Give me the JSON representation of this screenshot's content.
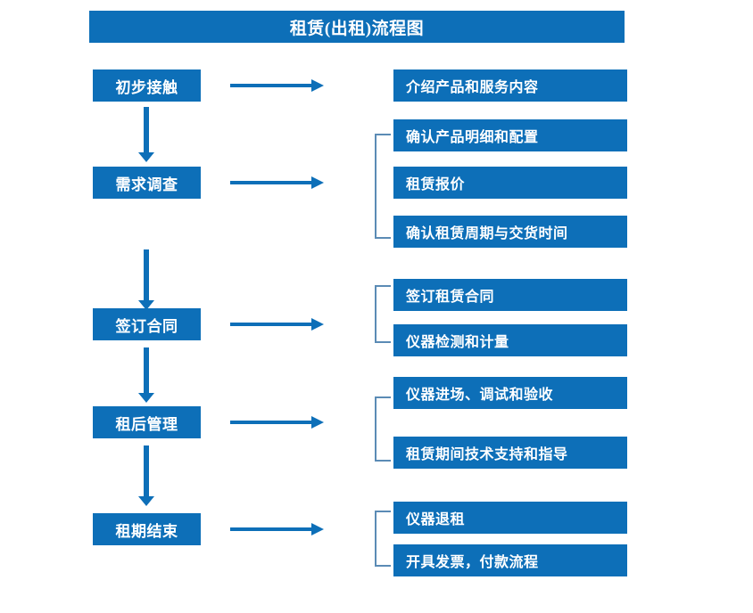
{
  "diagram": {
    "title": "租赁(出租)流程图",
    "colors": {
      "box_blue": "#0d6fb8",
      "arrow_blue": "#0d6fb8",
      "bracket_blue": "#5b8bb5",
      "text_white": "#ffffff",
      "background": "#ffffff"
    },
    "stages": [
      {
        "label": "初步接触"
      },
      {
        "label": "需求调查"
      },
      {
        "label": "签订合同"
      },
      {
        "label": "租后管理"
      },
      {
        "label": "租期结束"
      }
    ],
    "tasks": [
      {
        "label": "介绍产品和服务内容"
      },
      {
        "label": "确认产品明细和配置"
      },
      {
        "label": "租赁报价"
      },
      {
        "label": "确认租赁周期与交货时间"
      },
      {
        "label": "签订租赁合同"
      },
      {
        "label": "仪器检测和计量"
      },
      {
        "label": "仪器进场、调试和验收"
      },
      {
        "label": "租赁期间技术支持和指导"
      },
      {
        "label": "仪器退租"
      },
      {
        "label": "开具发票，付款流程"
      }
    ]
  }
}
